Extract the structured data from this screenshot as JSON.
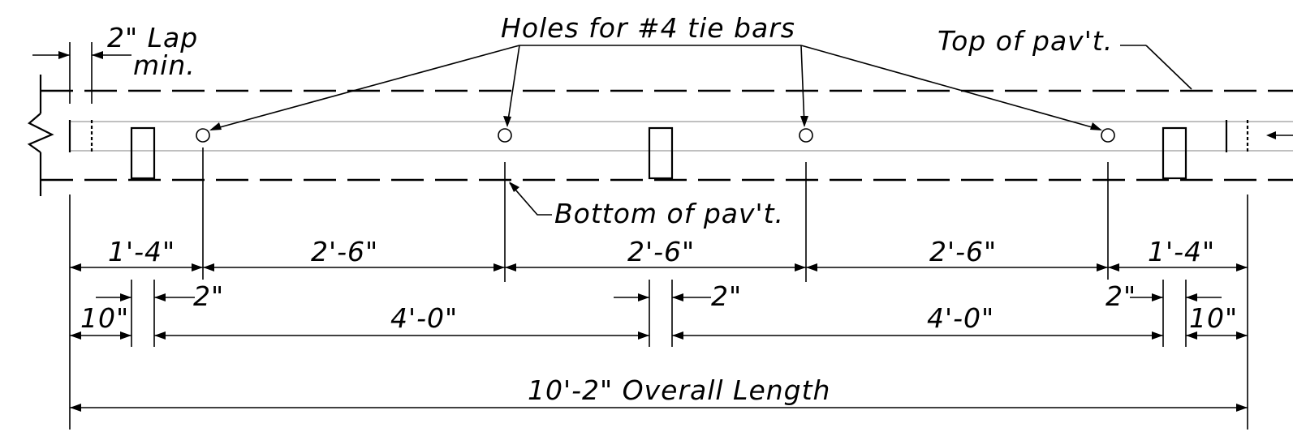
{
  "labels": {
    "lap_line1": "2\" Lap",
    "lap_line2": "min.",
    "holes": "Holes for #4 tie bars",
    "top_pavt": "Top of pav't.",
    "bottom_pavt": "Bottom of pav't."
  },
  "dimensions": {
    "row1": [
      "1'-4\"",
      "2'-6\"",
      "2'-6\"",
      "2'-6\"",
      "1'-4\""
    ],
    "row2": {
      "left_10": "10\"",
      "left_2": "2\"",
      "span_4a": "4'-0\"",
      "mid_2": "2\"",
      "span_4b": "4'-0\"",
      "right_2": "2\"",
      "right_10": "10\""
    },
    "overall": "10'-2\" Overall Length"
  }
}
